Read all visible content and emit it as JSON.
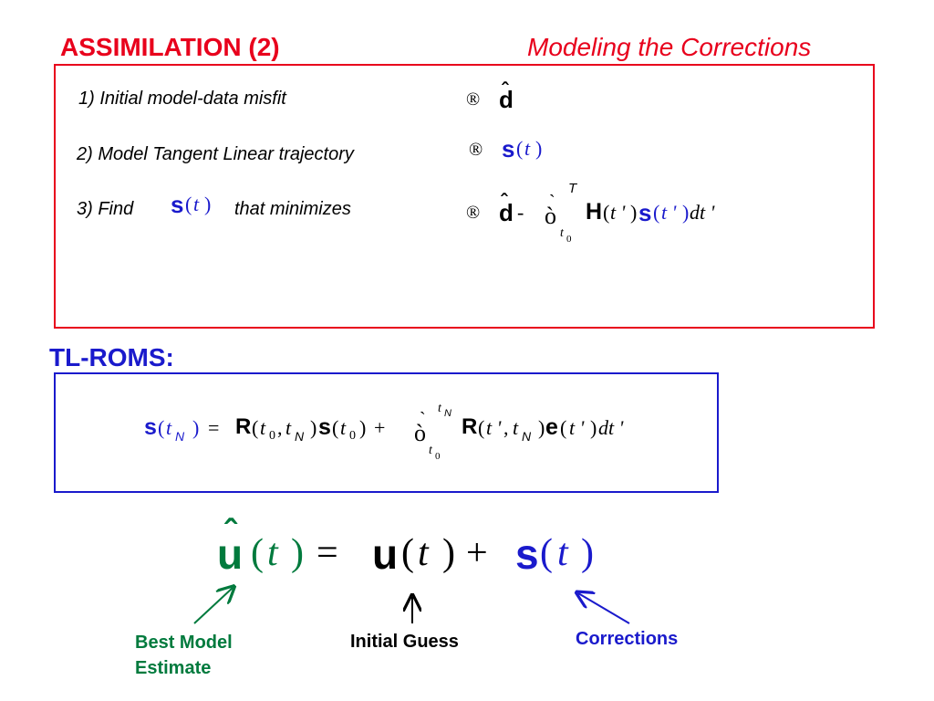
{
  "header": {
    "title": "ASSIMILATION (2)",
    "subtitle": "Modeling the Corrections"
  },
  "steps": [
    {
      "label": "1) Initial model-data misfit"
    },
    {
      "label": "2) Model Tangent Linear trajectory"
    },
    {
      "label_pre": "3)  Find",
      "label_post": "that minimizes"
    }
  ],
  "math": {
    "arrow": "®",
    "d": "d",
    "hat": "ˆ",
    "s": "s",
    "t": "t",
    "lp": "(",
    "rp": ")",
    "minus": "-",
    "integral": "ò",
    "grave": "`",
    "T": "T",
    "t0": "t",
    "zero": "0",
    "H": "H",
    "tprime": "t '",
    "dtprime": "dt '"
  },
  "tl": {
    "label": "TL-ROMS:",
    "s": "s",
    "t": "t",
    "N": "N",
    "eq": "=",
    "R": "R",
    "zero": "0",
    "comma": ",",
    "plus": "+",
    "integral": "ò",
    "grave": "`",
    "e": "e",
    "tprime": "t '",
    "dtprime": "dt '"
  },
  "bottom": {
    "u": "u",
    "hat": "ˆ",
    "t": "t",
    "eq": "=",
    "plus": "+",
    "s": "s"
  },
  "labels": {
    "best": "Best Model\nEstimate",
    "initial": "Initial Guess",
    "corrections": "Corrections"
  },
  "colors": {
    "red": "#e8001c",
    "blue": "#1a1acc",
    "green": "#007a3d"
  }
}
